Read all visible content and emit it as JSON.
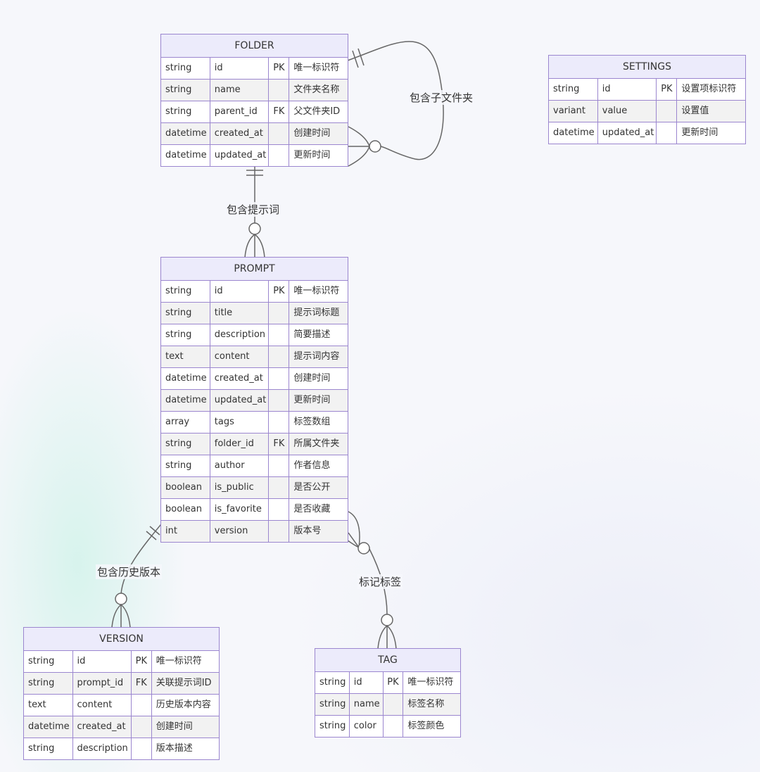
{
  "entities": {
    "folder": {
      "name": "FOLDER",
      "attributes": [
        {
          "type": "string",
          "name": "id",
          "key": "PK",
          "comment": "唯一标识符"
        },
        {
          "type": "string",
          "name": "name",
          "key": "",
          "comment": "文件夹名称"
        },
        {
          "type": "string",
          "name": "parent_id",
          "key": "FK",
          "comment": "父文件夹ID"
        },
        {
          "type": "datetime",
          "name": "created_at",
          "key": "",
          "comment": "创建时间"
        },
        {
          "type": "datetime",
          "name": "updated_at",
          "key": "",
          "comment": "更新时间"
        }
      ]
    },
    "settings": {
      "name": "SETTINGS",
      "attributes": [
        {
          "type": "string",
          "name": "id",
          "key": "PK",
          "comment": "设置项标识符"
        },
        {
          "type": "variant",
          "name": "value",
          "key": "",
          "comment": "设置值"
        },
        {
          "type": "datetime",
          "name": "updated_at",
          "key": "",
          "comment": "更新时间"
        }
      ]
    },
    "prompt": {
      "name": "PROMPT",
      "attributes": [
        {
          "type": "string",
          "name": "id",
          "key": "PK",
          "comment": "唯一标识符"
        },
        {
          "type": "string",
          "name": "title",
          "key": "",
          "comment": "提示词标题"
        },
        {
          "type": "string",
          "name": "description",
          "key": "",
          "comment": "简要描述"
        },
        {
          "type": "text",
          "name": "content",
          "key": "",
          "comment": "提示词内容"
        },
        {
          "type": "datetime",
          "name": "created_at",
          "key": "",
          "comment": "创建时间"
        },
        {
          "type": "datetime",
          "name": "updated_at",
          "key": "",
          "comment": "更新时间"
        },
        {
          "type": "array",
          "name": "tags",
          "key": "",
          "comment": "标签数组"
        },
        {
          "type": "string",
          "name": "folder_id",
          "key": "FK",
          "comment": "所属文件夹"
        },
        {
          "type": "string",
          "name": "author",
          "key": "",
          "comment": "作者信息"
        },
        {
          "type": "boolean",
          "name": "is_public",
          "key": "",
          "comment": "是否公开"
        },
        {
          "type": "boolean",
          "name": "is_favorite",
          "key": "",
          "comment": "是否收藏"
        },
        {
          "type": "int",
          "name": "version",
          "key": "",
          "comment": "版本号"
        }
      ]
    },
    "version": {
      "name": "VERSION",
      "attributes": [
        {
          "type": "string",
          "name": "id",
          "key": "PK",
          "comment": "唯一标识符"
        },
        {
          "type": "string",
          "name": "prompt_id",
          "key": "FK",
          "comment": "关联提示词ID"
        },
        {
          "type": "text",
          "name": "content",
          "key": "",
          "comment": "历史版本内容"
        },
        {
          "type": "datetime",
          "name": "created_at",
          "key": "",
          "comment": "创建时间"
        },
        {
          "type": "string",
          "name": "description",
          "key": "",
          "comment": "版本描述"
        }
      ]
    },
    "tag": {
      "name": "TAG",
      "attributes": [
        {
          "type": "string",
          "name": "id",
          "key": "PK",
          "comment": "唯一标识符"
        },
        {
          "type": "string",
          "name": "name",
          "key": "",
          "comment": "标签名称"
        },
        {
          "type": "string",
          "name": "color",
          "key": "",
          "comment": "标签颜色"
        }
      ]
    }
  },
  "relationships": {
    "folder_children": {
      "label": "包含子文件夹",
      "from": "FOLDER",
      "to": "FOLDER",
      "from_card": "exactly-one",
      "to_card": "zero-or-more"
    },
    "folder_prompts": {
      "label": "包含提示词",
      "from": "FOLDER",
      "to": "PROMPT",
      "from_card": "exactly-one",
      "to_card": "zero-or-more"
    },
    "prompt_versions": {
      "label": "包含历史版本",
      "from": "PROMPT",
      "to": "VERSION",
      "from_card": "exactly-one",
      "to_card": "zero-or-more"
    },
    "prompt_tags": {
      "label": "标记标签",
      "from": "PROMPT",
      "to": "TAG",
      "from_card": "zero-or-more",
      "to_card": "zero-or-more"
    }
  },
  "colors": {
    "border": "#9b86cf",
    "header": "#ecebfb",
    "alt_row": "#f2f2f2",
    "line": "#666666"
  }
}
